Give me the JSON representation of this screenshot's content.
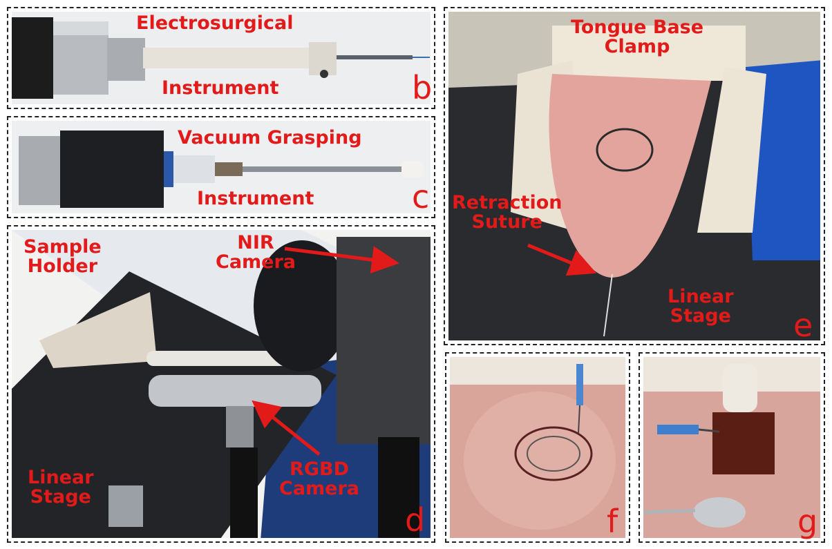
{
  "panels": {
    "b": {
      "letter": "b",
      "label_top": "Electrosurgical",
      "label_bottom": "Instrument"
    },
    "c": {
      "letter": "c",
      "label_top": "Vacuum Grasping",
      "label_bottom": "Instrument"
    },
    "d": {
      "letter": "d",
      "sample_holder_1": "Sample",
      "sample_holder_2": "Holder",
      "nir_1": "NIR",
      "nir_2": "Camera",
      "rgbd_1": "RGBD",
      "rgbd_2": "Camera",
      "stage_1": "Linear",
      "stage_2": "Stage"
    },
    "e": {
      "letter": "e",
      "clamp_1": "Tongue Base",
      "clamp_2": "Clamp",
      "suture_1": "Retraction",
      "suture_2": "Suture",
      "stage_1": "Linear",
      "stage_2": "Stage"
    },
    "f": {
      "letter": "f"
    },
    "g": {
      "letter": "g"
    }
  },
  "colors": {
    "label": "#e21a1a",
    "border": "#222222"
  }
}
